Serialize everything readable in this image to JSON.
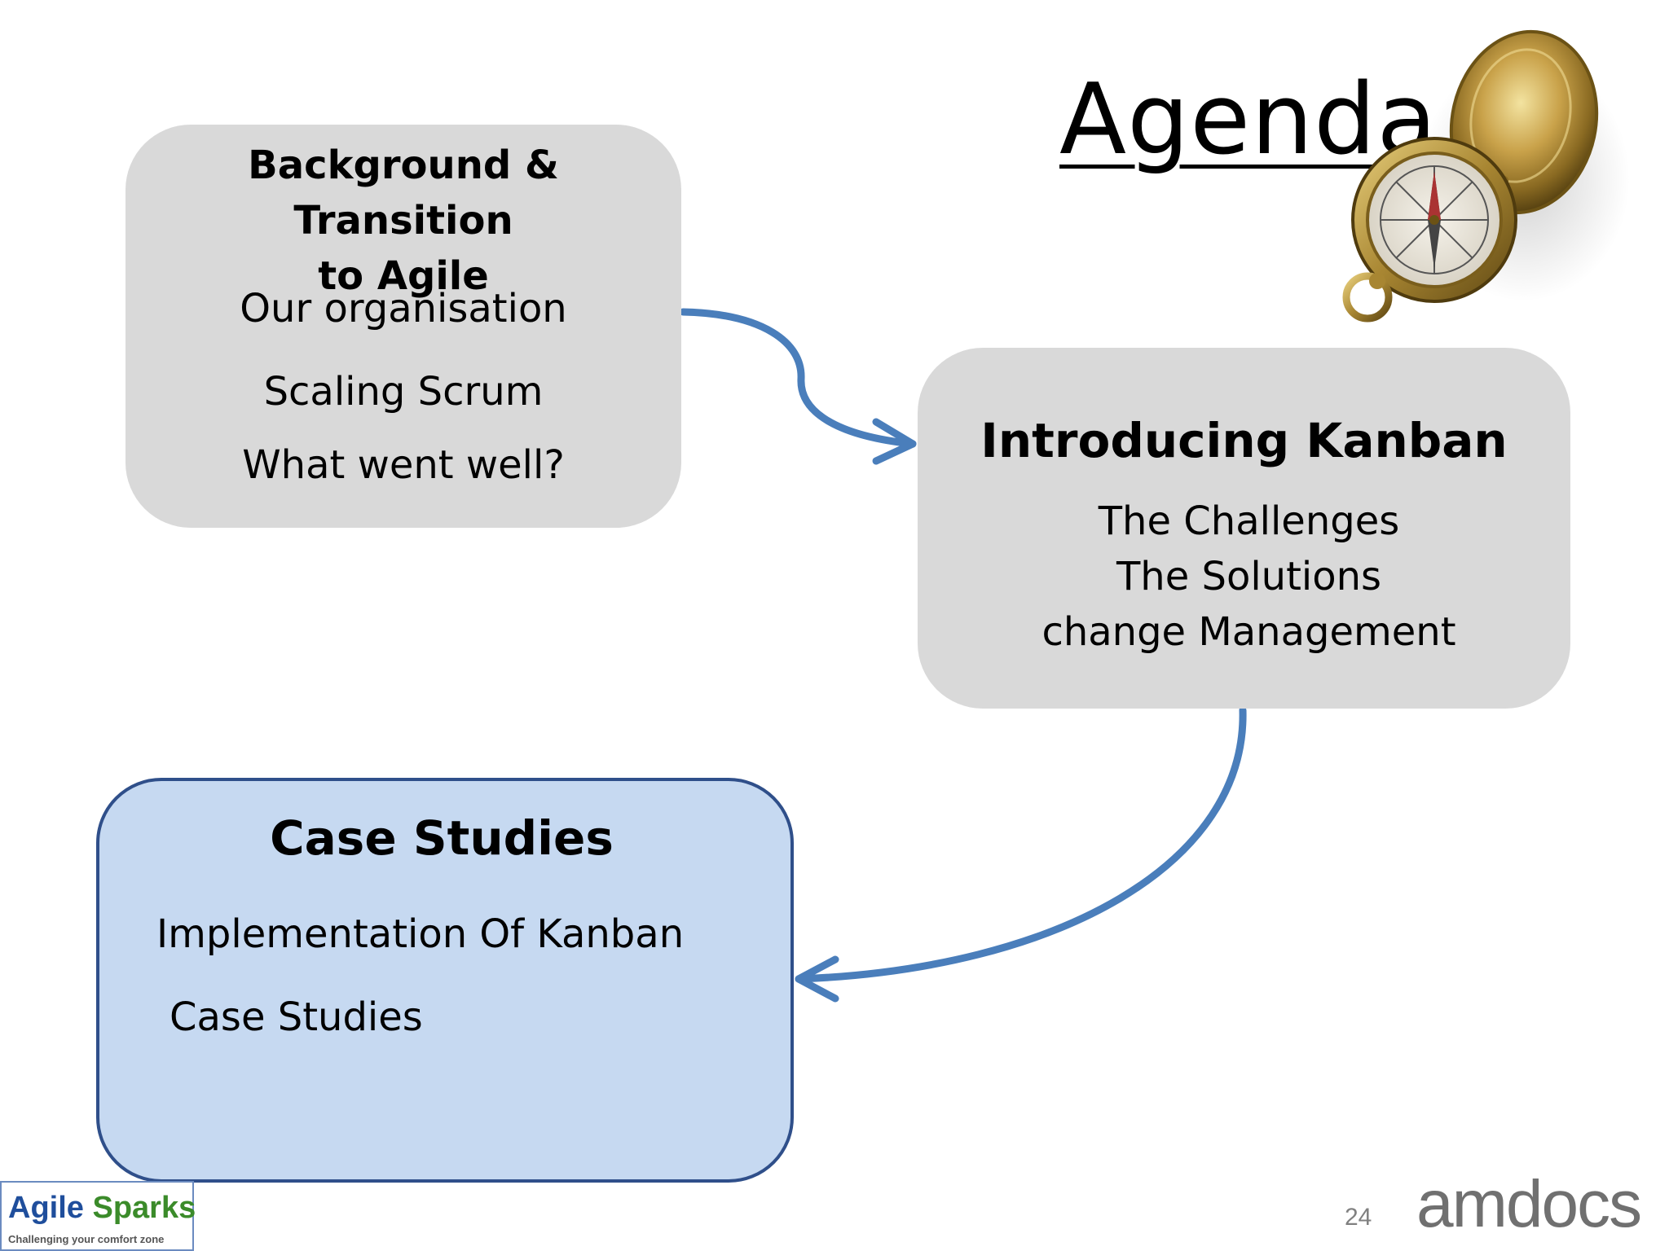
{
  "slide": {
    "title": "Agenda",
    "page_number": "24"
  },
  "boxes": {
    "background": {
      "heading_line1": "Background & Transition",
      "heading_line2": "to Agile",
      "items": [
        "Our organisation",
        "Scaling Scrum",
        "What went well?"
      ]
    },
    "kanban": {
      "heading": "Introducing Kanban",
      "items": [
        "The Challenges",
        "The Solutions",
        "change Management"
      ]
    },
    "case_studies": {
      "heading": "Case Studies",
      "items": [
        "Implementation Of Kanban",
        "Case Studies"
      ]
    }
  },
  "logos": {
    "agile_sparks": {
      "word1": "Agile",
      "word2": "Sparks",
      "tagline": "Challenging your comfort zone"
    },
    "amdocs": "amdocs"
  },
  "colors": {
    "grey_box": "#d9d9d9",
    "blue_box": "#c6d9f1",
    "blue_border": "#2f4f8a",
    "arrow": "#4a7ebb"
  },
  "icons": [
    "compass-icon"
  ]
}
